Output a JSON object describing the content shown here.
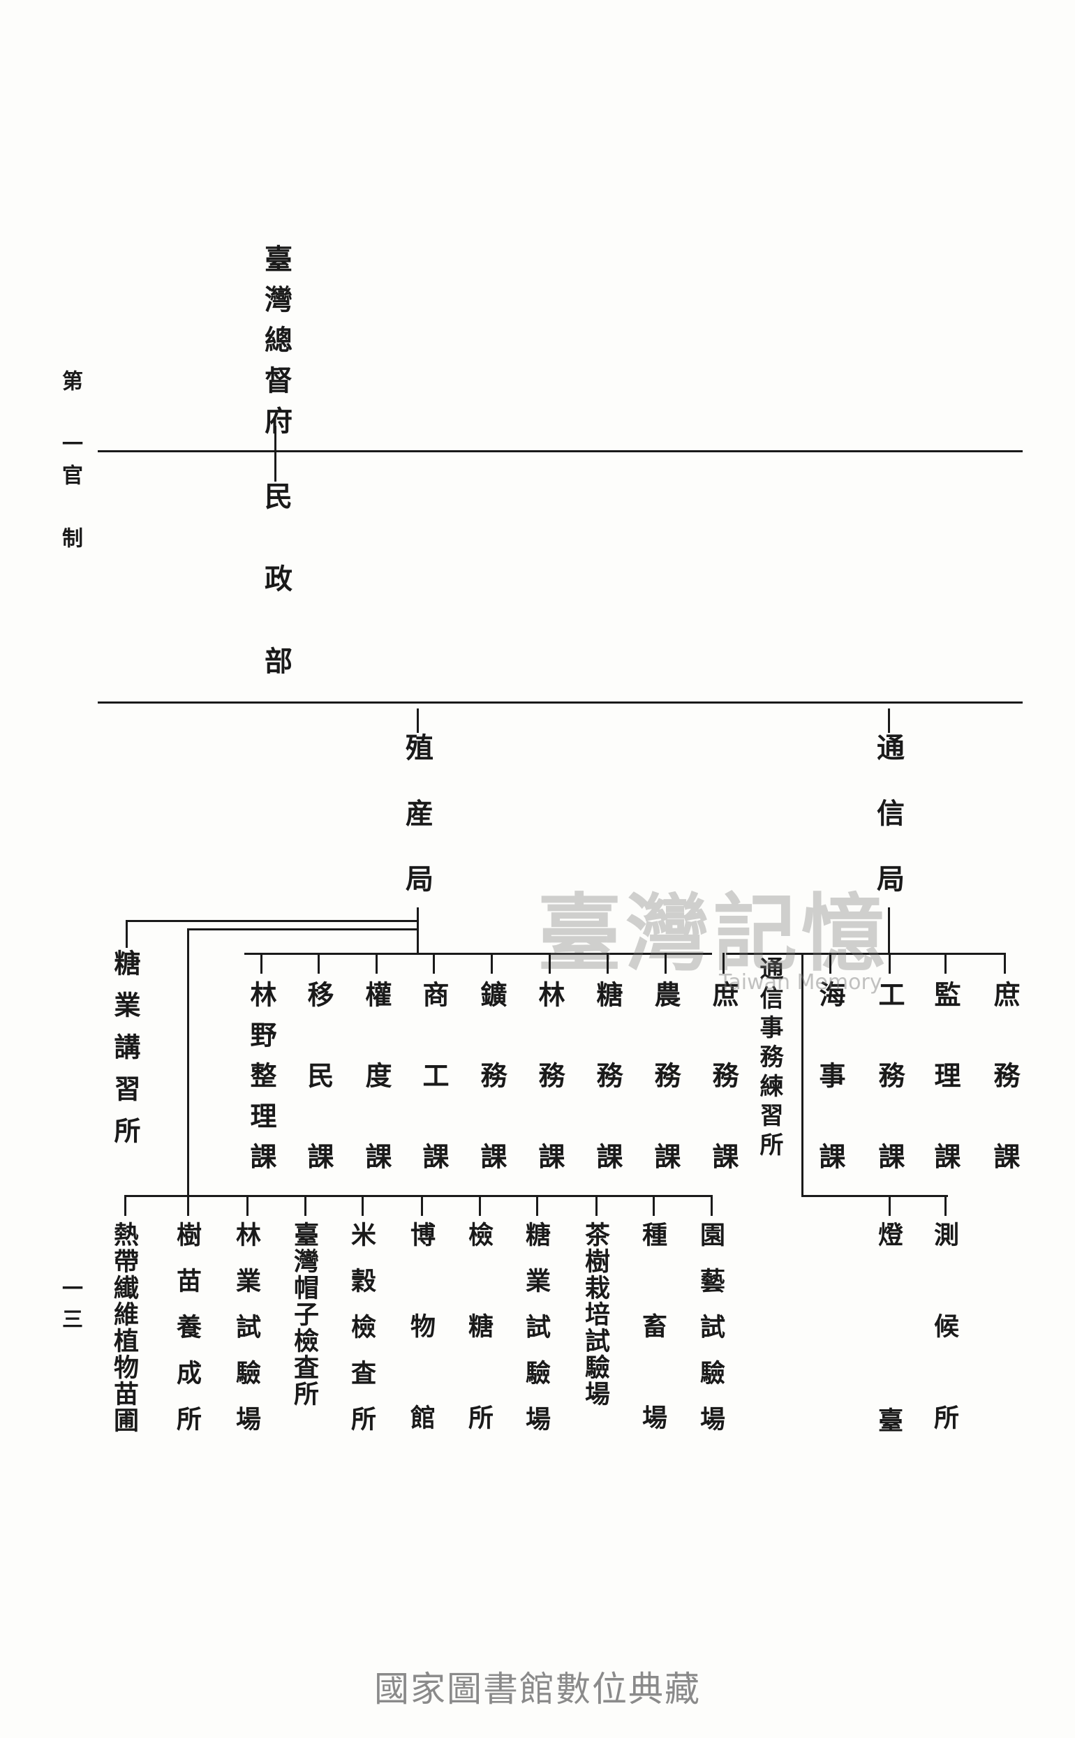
{
  "side": {
    "chapter": "第一",
    "title": "官制",
    "page_number": "一三"
  },
  "root": "臺灣總督府",
  "level1": "民政部",
  "bureaus": {
    "colonial": "殖産局",
    "communications": "通信局"
  },
  "colonial_sections": [
    "林野整理課",
    "移民課",
    "權度課",
    "商工課",
    "鑛務課",
    "林務課",
    "糖務課",
    "農務課",
    "庶務課"
  ],
  "colonial_school": "糖業講習所",
  "colonial_facilities": [
    "熱帶纎維植物苗圃",
    "樹苗養成所",
    "林業試驗場",
    "臺灣帽子檢査所",
    "米穀檢査所",
    "博物館",
    "檢糖所",
    "糖業試驗場",
    "茶樹栽培試驗場",
    "種畜場",
    "園藝試驗場"
  ],
  "comm_school": "通信事務練習所",
  "comm_sections": [
    "海事課",
    "工務課",
    "監理課",
    "庶務課"
  ],
  "comm_facilities": [
    "燈臺",
    "測候所"
  ],
  "watermark": {
    "main": "臺灣記憶",
    "sub": "Taiwan Memory"
  },
  "footer": "國家圖書館數位典藏"
}
